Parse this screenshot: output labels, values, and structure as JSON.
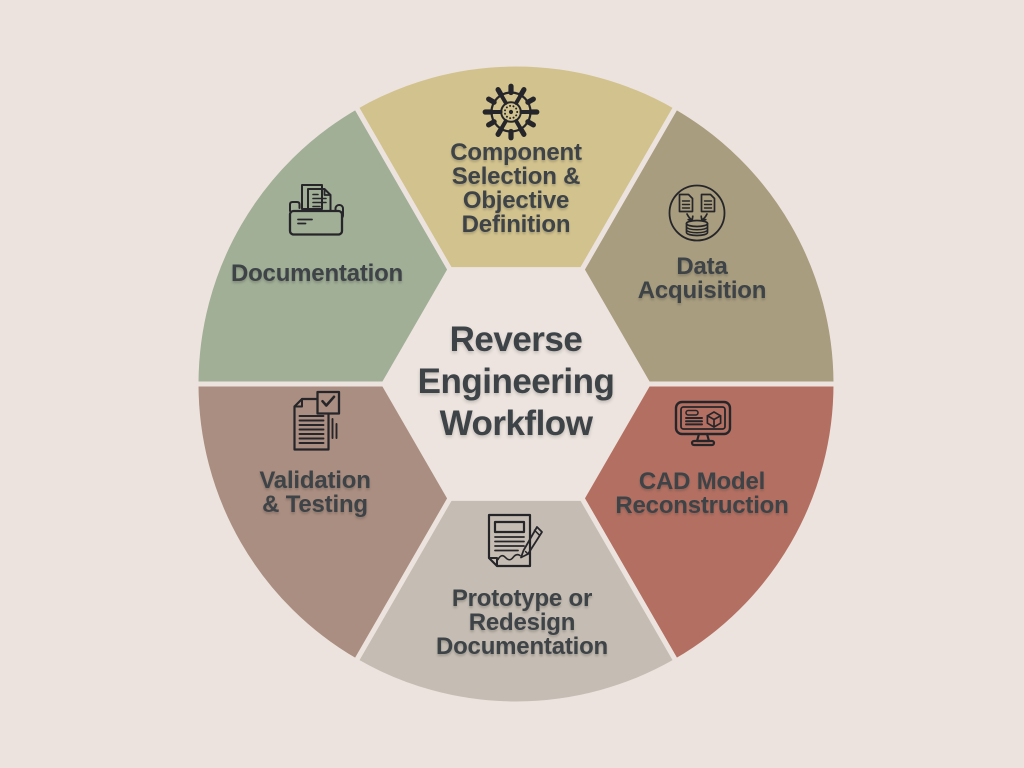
{
  "title": "Reverse\nEngineering\nWorkflow",
  "colors": {
    "background": "#EDE3DE",
    "hub": "#EDE4DF",
    "label_text": "#3E4347",
    "icon_stroke": "#26262A"
  },
  "segments": [
    {
      "id": "component-selection",
      "label": "Component\nSelection &\nObjective\nDefinition",
      "color": "#D2C38E",
      "icon": "gear-icon"
    },
    {
      "id": "data-acquisition",
      "label": "Data\nAcquisition",
      "color": "#A89D7F",
      "icon": "documents-to-database-icon"
    },
    {
      "id": "cad-model-reconstruction",
      "label": "CAD Model\nReconstruction",
      "color": "#B37062",
      "icon": "cad-monitor-icon"
    },
    {
      "id": "prototype-redesign-documentation",
      "label": "Prototype or\nRedesign\nDocumentation",
      "color": "#C5BDB3",
      "icon": "document-signature-pen-icon"
    },
    {
      "id": "validation-testing",
      "label": "Validation\n& Testing",
      "color": "#AA8E81",
      "icon": "checklist-document-icon"
    },
    {
      "id": "documentation",
      "label": "Documentation",
      "color": "#A1AF97",
      "icon": "folder-documents-icon"
    }
  ]
}
